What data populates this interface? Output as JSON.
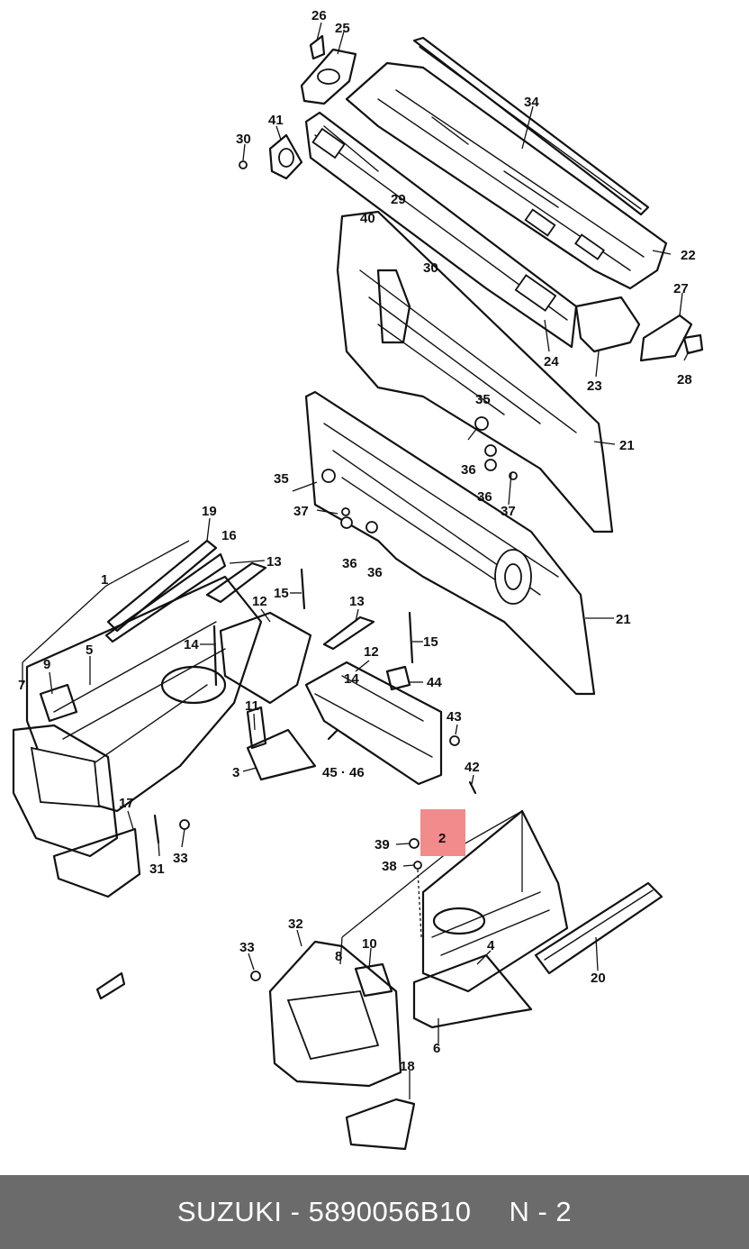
{
  "diagram": {
    "highlight_color": "#f28b8b",
    "highlighted_callout": "2",
    "callouts": {
      "c26": "26",
      "c25": "25",
      "c34": "34",
      "c41": "41",
      "c30a": "30",
      "c40": "40",
      "c29": "29",
      "c30b": "30",
      "c22": "22",
      "c27": "27",
      "c24": "24",
      "c23": "23",
      "c28": "28",
      "c35a": "35",
      "c21a": "21",
      "c36a": "36",
      "c36b": "36",
      "c35b": "35",
      "c37a": "37",
      "c37b": "37",
      "c36c": "36",
      "c36d": "36",
      "c19": "19",
      "c16": "16",
      "c13a": "13",
      "c1": "1",
      "c15a": "15",
      "c12a": "12",
      "c13b": "13",
      "c21b": "21",
      "c14a": "14",
      "c15b": "15",
      "c5": "5",
      "c9": "9",
      "c7": "7",
      "c12b": "12",
      "c14b": "14",
      "c44": "44",
      "c43": "43",
      "c11": "11",
      "c3": "3",
      "c4546": "45 · 46",
      "c42": "42",
      "c17": "17",
      "c31": "31",
      "c33a": "33",
      "c2": "2",
      "c39": "39",
      "c38": "38",
      "c32": "32",
      "c33b": "33",
      "c8": "8",
      "c10": "10",
      "c4": "4",
      "c20": "20",
      "c6": "6",
      "c18": "18"
    }
  },
  "footer": {
    "brand_code": "SUZUKI - 5890056B10",
    "page": "N - 2"
  }
}
